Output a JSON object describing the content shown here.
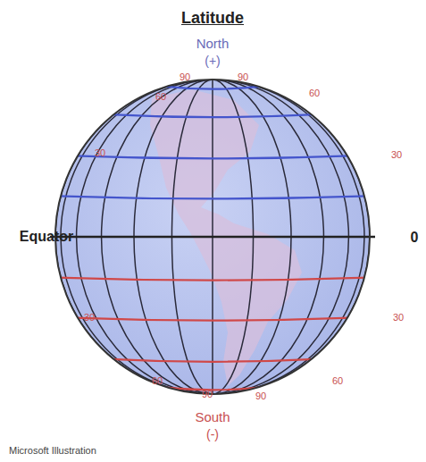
{
  "diagram": {
    "title": "Latitude",
    "caption": "Microsoft Illustration",
    "labels": [
      "North",
      "(+)",
      "90",
      "90",
      "60",
      "60",
      "30",
      "30",
      "Equator",
      "0",
      "30",
      "30",
      "60",
      "60",
      "90",
      "90",
      "South",
      "(-)"
    ]
  }
}
